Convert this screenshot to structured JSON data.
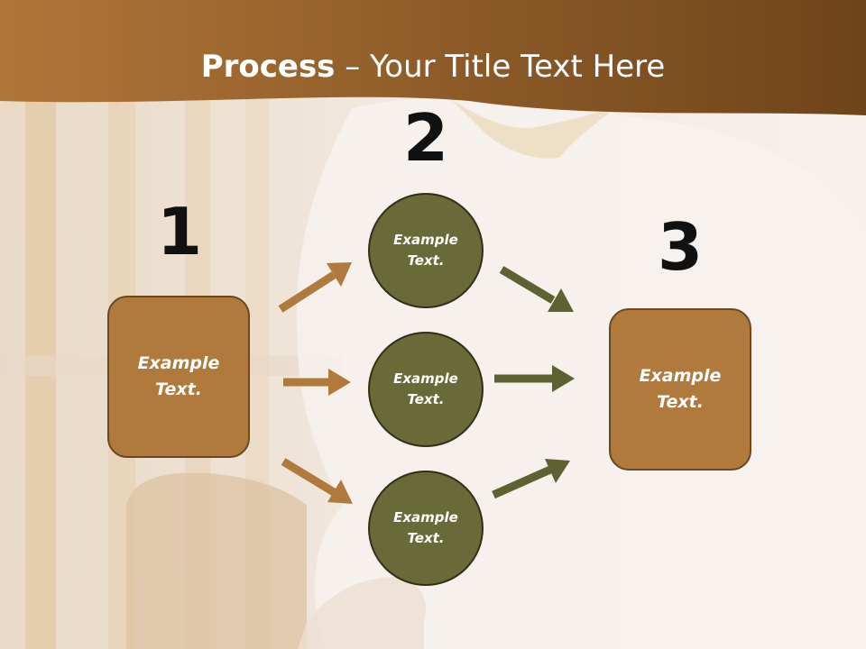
{
  "slide": {
    "title_bold": "Process",
    "title_rest": " – Your Title Text Here",
    "colors": {
      "banner": "#8d5a26",
      "box_fill": "#b07a3c",
      "circle_fill": "#686a38",
      "arrow_brown": "#b07a3c",
      "arrow_olive": "#5e6132"
    }
  },
  "steps": {
    "n1": "1",
    "n2": "2",
    "n3": "3"
  },
  "boxes": {
    "left": "Example\nText.",
    "right": "Example\nText."
  },
  "circles": {
    "top": "Example\nText.",
    "middle": "Example\nText.",
    "bottom": "Example\nText."
  }
}
